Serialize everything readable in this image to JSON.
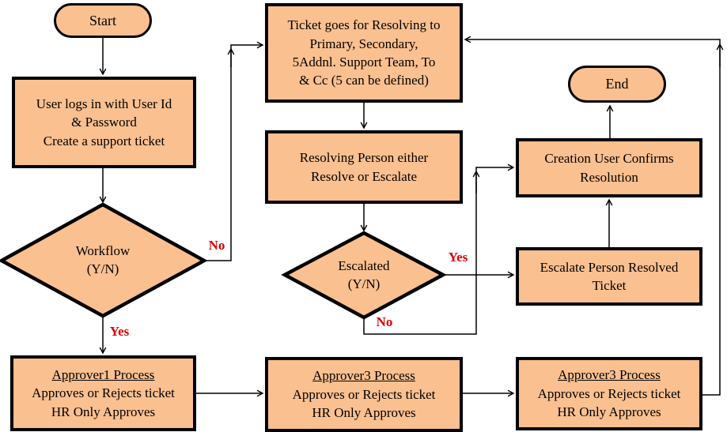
{
  "colors": {
    "shape_fill": "#FAC090",
    "shape_border": "#000000",
    "connector": "#000000",
    "branch_label": "#DD0000",
    "text": "#000000",
    "background": "#FFFFFF"
  },
  "nodes": {
    "start": {
      "type": "terminator",
      "label": "Start"
    },
    "login": {
      "type": "process",
      "lines": [
        "User logs in with User Id",
        "& Password",
        "Create a support ticket"
      ]
    },
    "workflow": {
      "type": "decision",
      "lines": [
        "Workflow",
        "(Y/N)"
      ]
    },
    "ticket": {
      "type": "process",
      "lines": [
        "Ticket goes for Resolving to",
        "Primary, Secondary,",
        "5Addnl. Support Team, To",
        "& Cc (5 can be defined)"
      ]
    },
    "resolving": {
      "type": "process",
      "lines": [
        "Resolving Person either",
        "Resolve or Escalate"
      ]
    },
    "escalated": {
      "type": "decision",
      "lines": [
        "Escalated",
        "(Y/N)"
      ]
    },
    "end": {
      "type": "terminator",
      "label": "End"
    },
    "creation": {
      "type": "process",
      "lines": [
        "Creation User Confirms",
        "Resolution"
      ]
    },
    "escalate": {
      "type": "process",
      "lines": [
        "Escalate Person Resolved",
        "Ticket"
      ]
    },
    "approver1": {
      "type": "process",
      "heading": "Approver1 Process",
      "lines": [
        "Approves or Rejects ticket",
        "HR Only Approves"
      ]
    },
    "approver2": {
      "type": "process",
      "heading": "Approver3 Process",
      "lines": [
        "Approves or Rejects ticket",
        "HR Only Approves"
      ]
    },
    "approver3": {
      "type": "process",
      "heading": "Approver3 Process",
      "lines": [
        "Approves or Rejects ticket",
        "HR Only Approves"
      ]
    }
  },
  "edge_labels": {
    "workflow_no": "No",
    "workflow_yes": "Yes",
    "escalated_yes": "Yes",
    "escalated_no": "No"
  }
}
